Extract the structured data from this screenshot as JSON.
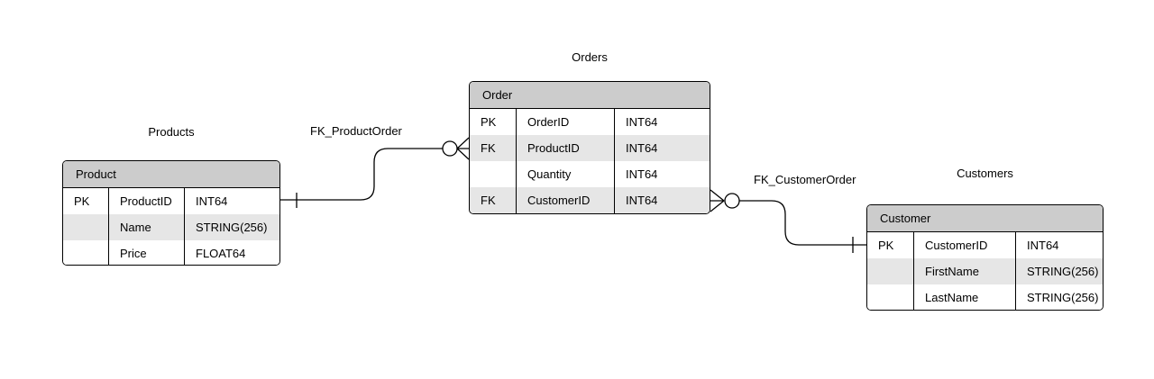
{
  "diagram": {
    "type": "entity-relationship-diagram",
    "background": "#ffffff",
    "header_fill": "#cccccc",
    "alt_row_fill": "#e6e6e6",
    "line_color": "#000000"
  },
  "entities": [
    {
      "caption": "Products",
      "title": "Product",
      "rows": [
        {
          "key": "PK",
          "name": "ProductID",
          "type": "INT64",
          "shaded": false
        },
        {
          "key": "",
          "name": "Name",
          "type": "STRING(256)",
          "shaded": true
        },
        {
          "key": "",
          "name": "Price",
          "type": "FLOAT64",
          "shaded": false
        }
      ]
    },
    {
      "caption": "Orders",
      "title": "Order",
      "rows": [
        {
          "key": "PK",
          "name": "OrderID",
          "type": "INT64",
          "shaded": false
        },
        {
          "key": "FK",
          "name": "ProductID",
          "type": "INT64",
          "shaded": true
        },
        {
          "key": "",
          "name": "Quantity",
          "type": "INT64",
          "shaded": false
        },
        {
          "key": "FK",
          "name": "CustomerID",
          "type": "INT64",
          "shaded": true
        }
      ]
    },
    {
      "caption": "Customers",
      "title": "Customer",
      "rows": [
        {
          "key": "PK",
          "name": "CustomerID",
          "type": "INT64",
          "shaded": false
        },
        {
          "key": "",
          "name": "FirstName",
          "type": "STRING(256)",
          "shaded": true
        },
        {
          "key": "",
          "name": "LastName",
          "type": "STRING(256)",
          "shaded": false
        }
      ]
    }
  ],
  "relationships": [
    {
      "label": "FK_ProductOrder",
      "from": "Product",
      "to": "Order",
      "from_cardinality": "one",
      "to_cardinality": "zero-or-many"
    },
    {
      "label": "FK_CustomerOrder",
      "from": "Order",
      "to": "Customer",
      "from_cardinality": "zero-or-many",
      "to_cardinality": "one"
    }
  ]
}
